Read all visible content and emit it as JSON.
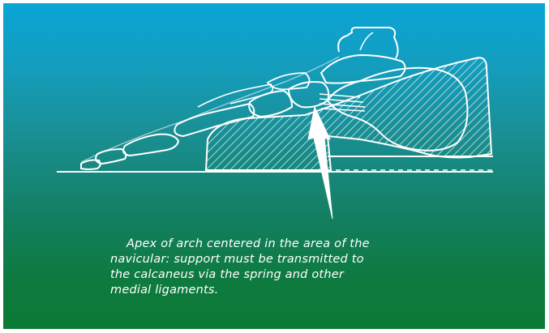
{
  "colors": {
    "background_top": "#0aa4d6",
    "background_bottom": "#0b7a35",
    "line_art": "#ffffff"
  },
  "diagram": {
    "subject": "foot-arch-lateral-view",
    "caption_lines": [
      "Apex of arch centered in the area of the",
      "navicular: support must be transmitted to",
      "the calcaneus via the spring and other",
      "medial ligaments."
    ]
  }
}
